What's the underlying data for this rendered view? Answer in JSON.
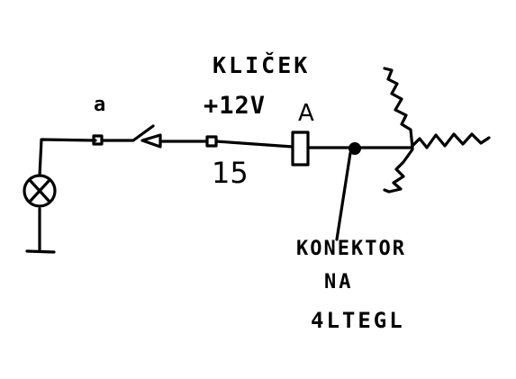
{
  "labels": {
    "klicek": "KLIČEK",
    "plus12v": "+12V",
    "switch_a": "a",
    "relay_a": "A",
    "terminal_15": "15",
    "kondenzator_line1": "KONEKTOR",
    "kondenzator_line2": "NA",
    "kondenzator_line3": "4LTEGL"
  }
}
